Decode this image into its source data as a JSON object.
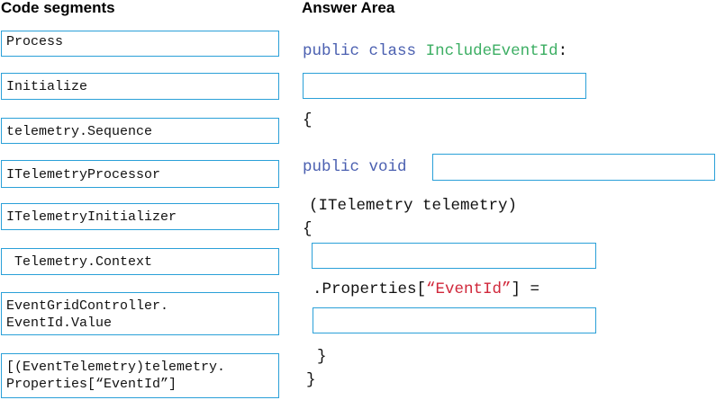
{
  "headings": {
    "left": "Code segments",
    "right": "Answer Area"
  },
  "segments": [
    {
      "line1": "Process",
      "line2": ""
    },
    {
      "line1": "Initialize",
      "line2": ""
    },
    {
      "line1": "telemetry.Sequence",
      "line2": ""
    },
    {
      "line1": "ITelemetryProcessor",
      "line2": ""
    },
    {
      "line1": "ITelemetryInitializer",
      "line2": ""
    },
    {
      "line1": " Telemetry.Context",
      "line2": ""
    },
    {
      "line1": "EventGridController.",
      "line2": "EventId.Value"
    },
    {
      "line1": "[(EventTelemetry)telemetry.",
      "line2": "Properties[“EventId”]"
    }
  ],
  "answer": {
    "kw_public": "public",
    "kw_class": "class",
    "class_name": "IncludeEventId",
    "colon": ":",
    "brace_open_1": "{",
    "kw_public_2": "public",
    "kw_void": "void",
    "params": "(ITelemetry telemetry)",
    "brace_open_2": "{",
    "properties_prefix": ".Properties[",
    "properties_key": "“EventId”",
    "properties_suffix": "] =",
    "brace_close_1": "}",
    "brace_close_2": "}"
  }
}
